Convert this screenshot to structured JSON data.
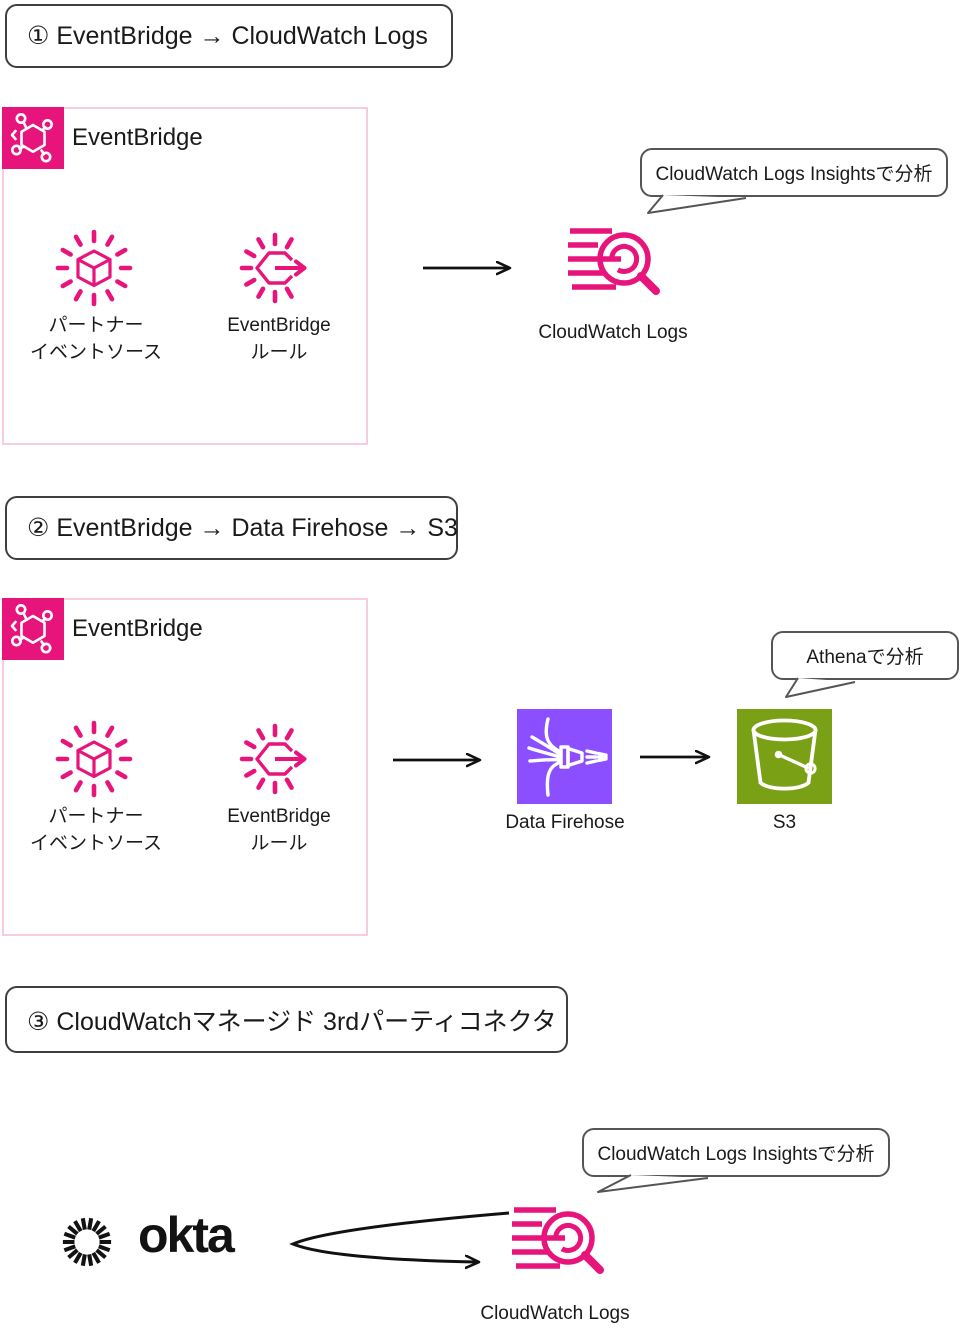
{
  "colors": {
    "aws_pink": "#E7157B",
    "container_border_pink": "#F8CCE0",
    "firehose_purple": "#8C4FFF",
    "s3_green": "#7AA116",
    "bubble_border_gray": "#555555",
    "arrow_black": "#111111"
  },
  "section1": {
    "title": "① EventBridge → CloudWatch Logs",
    "group_label": "EventBridge",
    "node1_line1": "パートナー",
    "node1_line2": "イベントソース",
    "node2_line1": "EventBridge",
    "node2_line2": "ルール",
    "target_label": "CloudWatch Logs",
    "callout": "CloudWatch Logs Insightsで分析"
  },
  "section2": {
    "title": "② EventBridge → Data Firehose → S3",
    "group_label": "EventBridge",
    "node1_line1": "パートナー",
    "node1_line2": "イベントソース",
    "node2_line1": "EventBridge",
    "node2_line2": "ルール",
    "firehose_label": "Data Firehose",
    "s3_label": "S3",
    "callout": "Athenaで分析"
  },
  "section3": {
    "title": "③ CloudWatchマネージド 3rdパーティコネクタ",
    "okta_label": "okta",
    "target_label": "CloudWatch Logs",
    "callout": "CloudWatch Logs Insightsで分析"
  }
}
